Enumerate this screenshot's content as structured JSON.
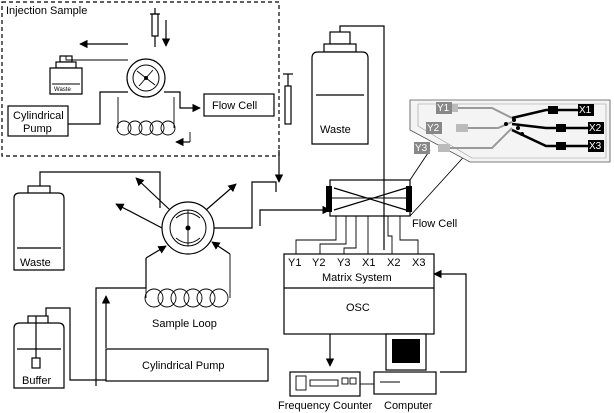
{
  "inset": {
    "title": "Injection  Sample",
    "waste_small": "Waste",
    "pump": [
      "Cylindrical",
      "Pump"
    ],
    "flow_cell": "Flow Cell"
  },
  "main": {
    "waste_top": "Waste",
    "waste_left": "Waste",
    "buffer": "Buffer",
    "sample_loop": "Sample Loop",
    "cylindrical_pump": "Cylindrical Pump",
    "flow_cell": "Flow Cell",
    "channels": [
      "Y1",
      "Y2",
      "Y3",
      "X1",
      "X2",
      "X3"
    ],
    "matrix_system": "Matrix System",
    "osc": "OSC",
    "frequency_counter": "Frequency Counter",
    "computer": "Computer"
  },
  "chip": {
    "inputs": [
      "Y1",
      "Y2",
      "Y3"
    ],
    "outputs": [
      "X1",
      "X2",
      "X3"
    ]
  }
}
